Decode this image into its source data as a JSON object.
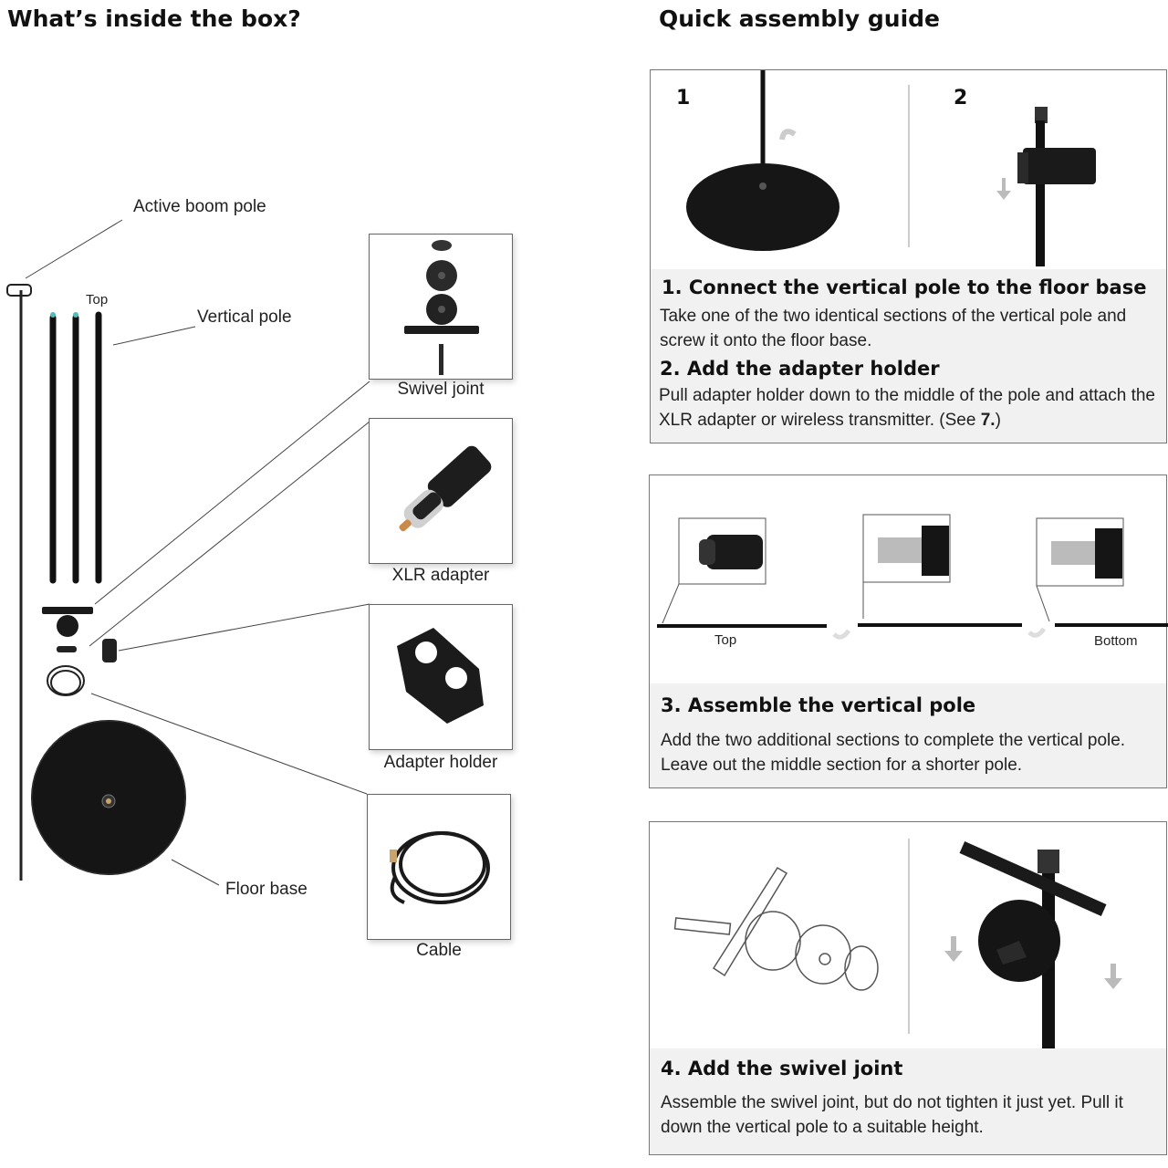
{
  "left": {
    "heading": "What’s inside the box?",
    "labels": {
      "active_boom_pole": "Active boom pole",
      "top": "Top",
      "vertical_pole": "Vertical pole",
      "floor_base": "Floor base"
    },
    "parts": [
      {
        "caption": "Swivel joint"
      },
      {
        "caption": "XLR adapter"
      },
      {
        "caption": "Adapter holder"
      },
      {
        "caption": "Cable"
      }
    ]
  },
  "right": {
    "heading": "Quick assembly guide",
    "panel1": {
      "num1": "1",
      "num2": "2",
      "step1_title": "1. Connect the vertical pole to the floor base",
      "step1_text": "Take one of the two identical sections of the vertical pole and screw it onto the floor base.",
      "step2_title": "2. Add the adapter holder",
      "step2_text": "Pull adapter holder down to the middle of the pole and attach the XLR adapter or wireless transmitter. (See ",
      "step2_ref": "7.",
      "step2_end": ")"
    },
    "panel2": {
      "top_label": "Top",
      "bottom_label": "Bottom",
      "step3_title": "3. Assemble the vertical pole",
      "step3_text": "Add the two additional sections to complete the vertical pole. Leave out the middle section for a shorter pole."
    },
    "panel3": {
      "step4_title": "4. Add the swivel joint",
      "step4_text": "Assemble the swivel joint, but do not tighten it just yet. Pull it down the vertical pole to a suitable height."
    }
  }
}
